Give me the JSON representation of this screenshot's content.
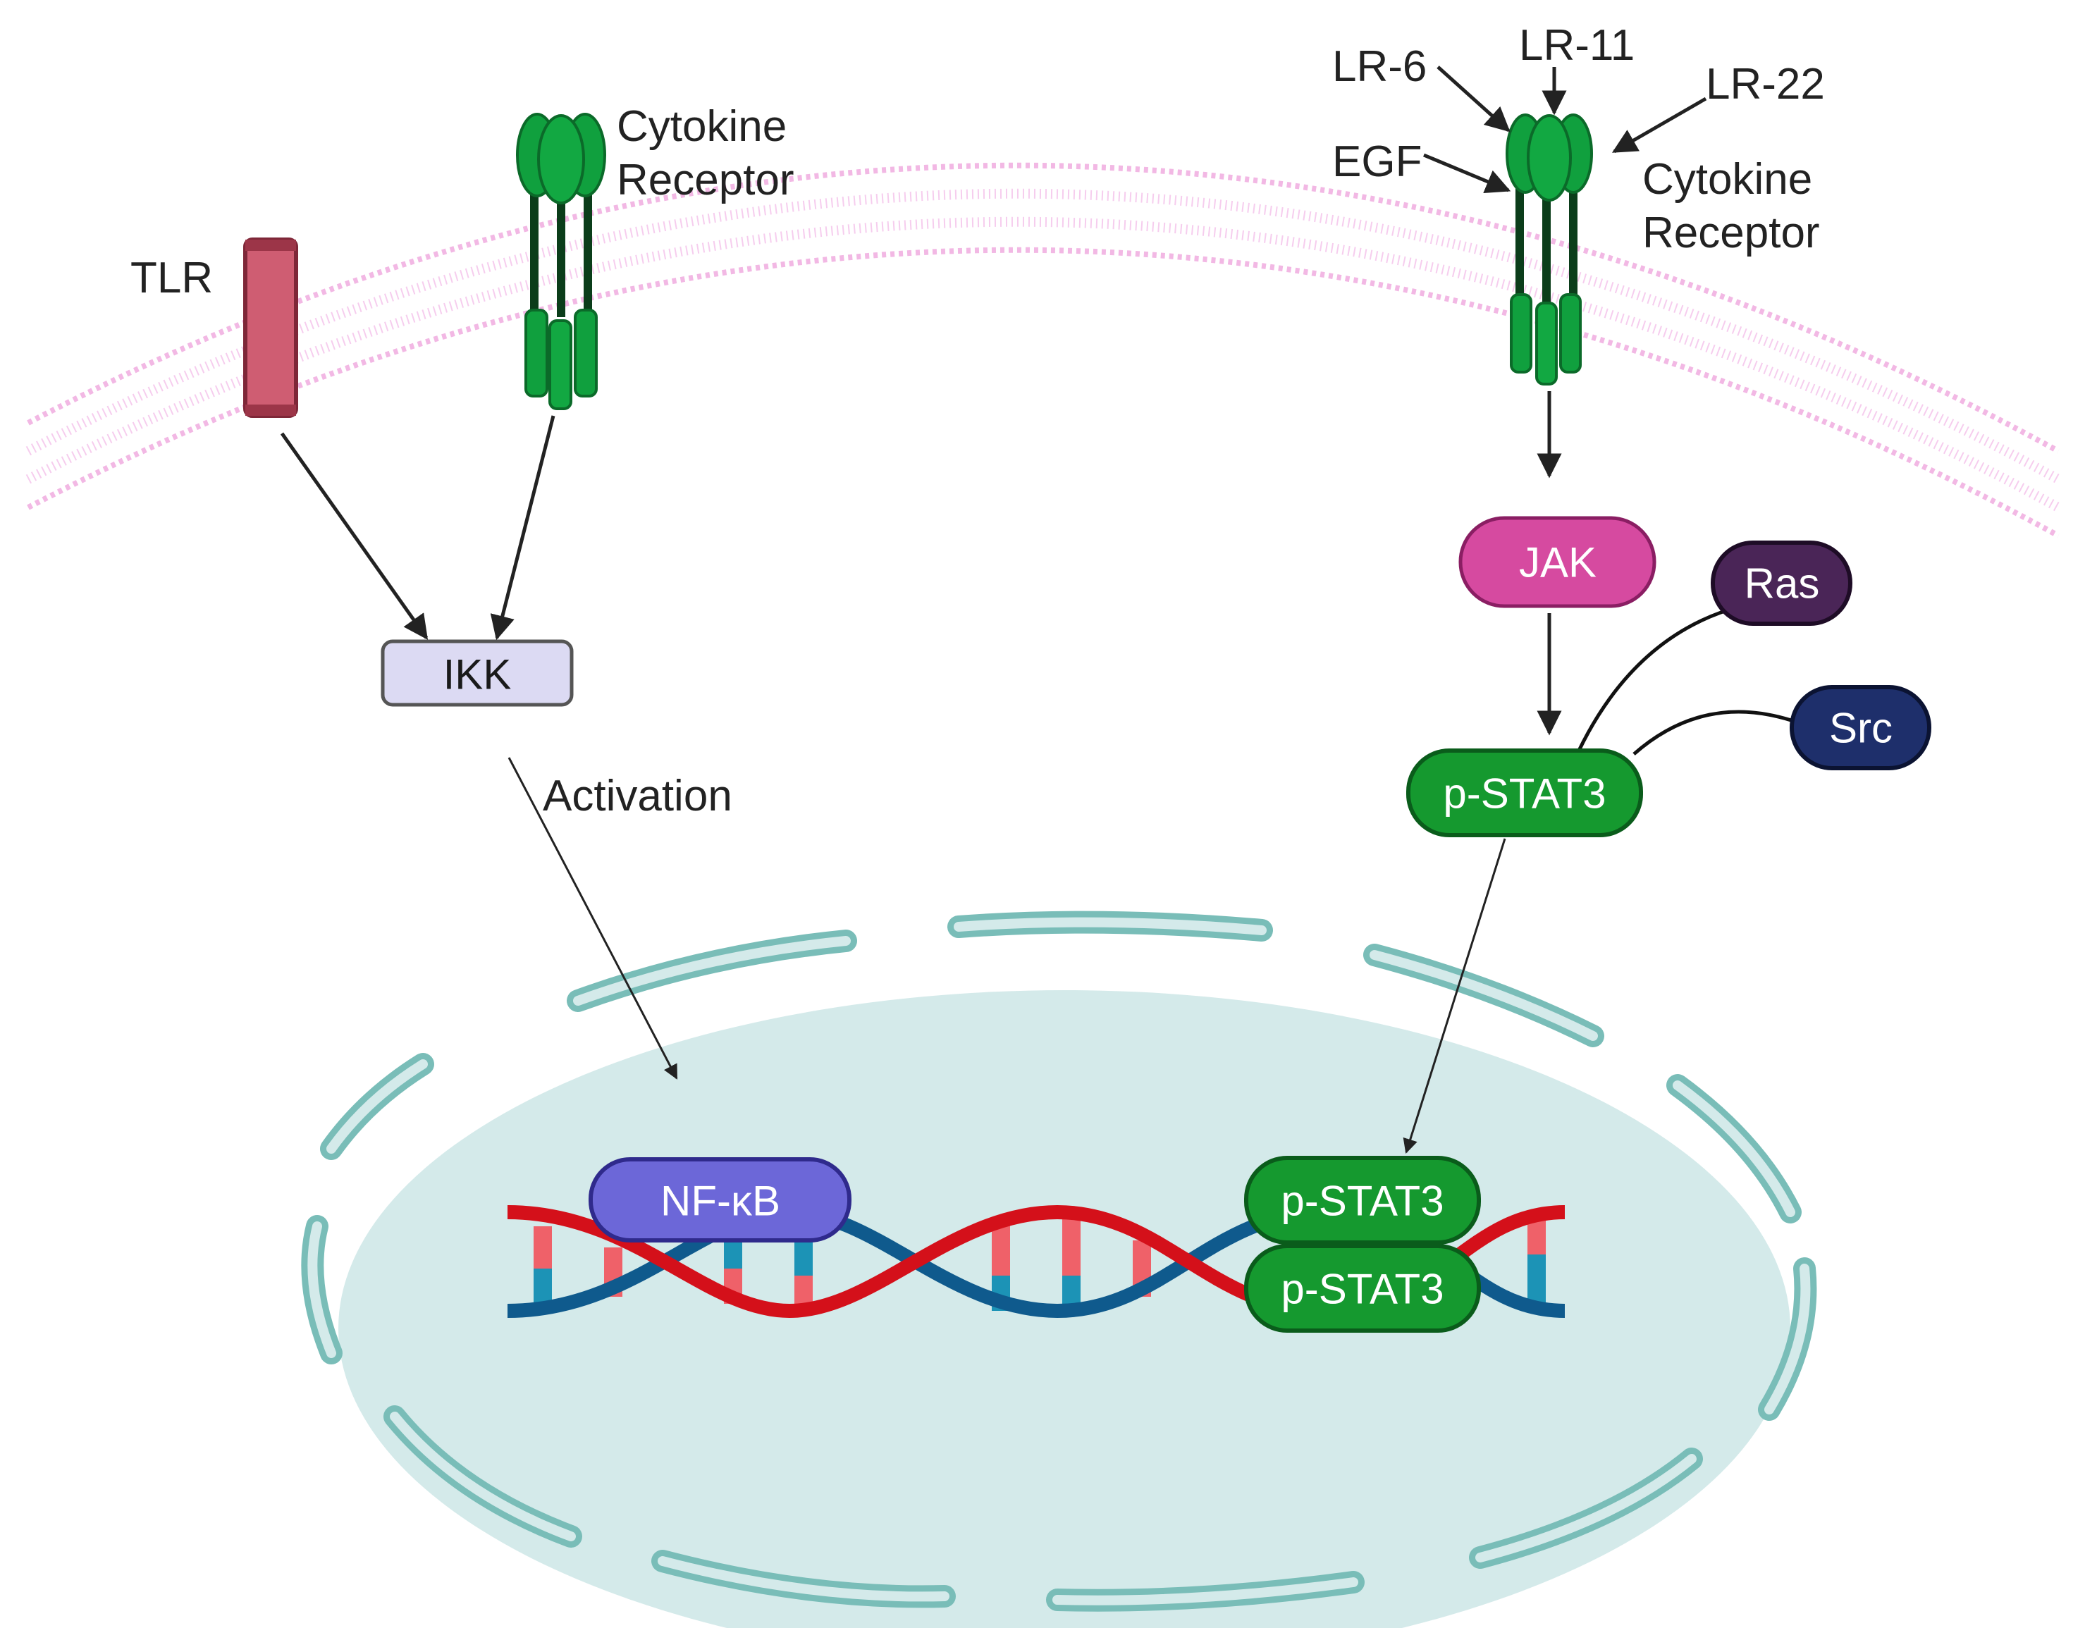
{
  "labels": {
    "tlr": "TLR",
    "cytokine_receptor_left": "Cytokine Receptor",
    "lr6": "LR-6",
    "lr11": "LR-11",
    "lr22": "LR-22",
    "egf": "EGF",
    "cytokine_receptor_right": "Cytokine Receptor",
    "activation": "Activation"
  },
  "nodes": {
    "ikk": "IKK",
    "jak": "JAK",
    "ras": "Ras",
    "src": "Src",
    "pstat3_cyto": "p-STAT3",
    "nfkb": "NF-κB",
    "pstat3_dna_top": "p-STAT3",
    "pstat3_dna_bottom": "p-STAT3"
  },
  "colors": {
    "membrane": "#f2b8e4",
    "receptor_green": "#10a03e",
    "receptor_dark": "#0b3d1a",
    "tlr": "#cf5d72",
    "ikk_fill": "#dcdaf3",
    "jak": "#d64aa0",
    "ras": "#4a2557",
    "src": "#1e2f6b",
    "stat3": "#15992f",
    "nfkb": "#6c67d8",
    "nucleus": "#d4eaea",
    "nuclear_envelope": "#a7d8d4",
    "dna_red": "#d4101a",
    "dna_blue": "#0f5a8d",
    "rung_red": "#ef6169",
    "rung_blue": "#1c93b6"
  }
}
